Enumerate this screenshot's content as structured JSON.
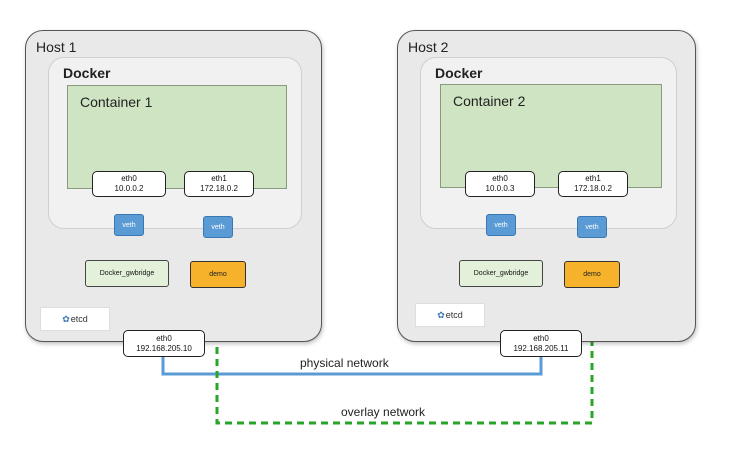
{
  "hosts": [
    {
      "title": "Host 1",
      "docker_label": "Docker",
      "container_label": "Container 1",
      "eth0": {
        "name": "eth0",
        "ip": "10.0.0.2"
      },
      "eth1": {
        "name": "eth1",
        "ip": "172.18.0.2"
      },
      "veth_left": "veth",
      "veth_right": "veth",
      "bridge": "Docker_gwbridge",
      "demo": "demo",
      "etcd": "etcd",
      "host_eth0": {
        "name": "eth0",
        "ip": "192.168.205.10"
      }
    },
    {
      "title": "Host 2",
      "docker_label": "Docker",
      "container_label": "Container 2",
      "eth0": {
        "name": "eth0",
        "ip": "10.0.0.3"
      },
      "eth1": {
        "name": "eth1",
        "ip": "172.18.0.2"
      },
      "veth_left": "veth",
      "veth_right": "veth",
      "bridge": "Docker_gwbridge",
      "demo": "demo",
      "etcd": "etcd",
      "host_eth0": {
        "name": "eth0",
        "ip": "192.168.205.11"
      }
    }
  ],
  "networks": {
    "physical": "physical network",
    "overlay": "overlay network"
  },
  "colors": {
    "physical_link": "#5b9bd5",
    "overlay_link": "#2aa52a",
    "container_fill": "#cfe4c2",
    "demo_fill": "#f6b22b",
    "veth_fill": "#5b9bd5"
  }
}
